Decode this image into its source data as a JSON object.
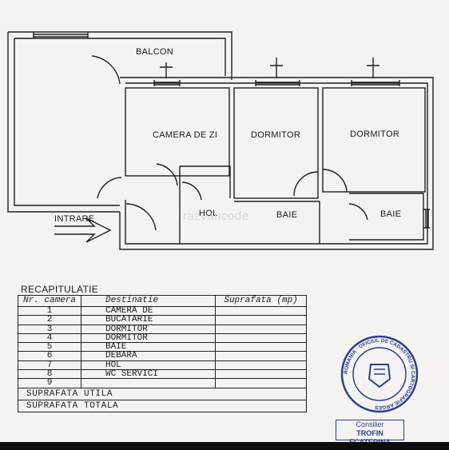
{
  "plan": {
    "rooms": [
      {
        "id": "balcon",
        "label": "BALCON"
      },
      {
        "id": "camera-de-zi",
        "label": "CAMERA DE ZI"
      },
      {
        "id": "dormitor-1",
        "label": "DORMITOR"
      },
      {
        "id": "dormitor-2",
        "label": "DORMITOR"
      },
      {
        "id": "hol",
        "label": "HOL"
      },
      {
        "id": "baie-1",
        "label": "BAIE"
      },
      {
        "id": "baie-2",
        "label": "BAIE"
      }
    ],
    "entrance": "INTRARE",
    "watermark": "razvancode"
  },
  "recap": {
    "title": "RECAPITULATIE",
    "headers": [
      "Nr. camera",
      "Destinatie",
      "Suprafata (mp)"
    ],
    "rows": [
      {
        "nr": "1",
        "dest": "CAMERA DE"
      },
      {
        "nr": "2",
        "dest": "BUCATARIE"
      },
      {
        "nr": "3",
        "dest": "DORMITOR"
      },
      {
        "nr": "4",
        "dest": "DORMITOR"
      },
      {
        "nr": "5",
        "dest": "BAIE"
      },
      {
        "nr": "6",
        "dest": "DEBARA"
      },
      {
        "nr": "7",
        "dest": "HOL"
      },
      {
        "nr": "8",
        "dest": "WC SERVICI"
      },
      {
        "nr": "9",
        "dest": ""
      }
    ],
    "utila": "SUPRAFATA UTILA",
    "totala": "SUPRAFATA TOTALA"
  },
  "stamp": {
    "text": "ROMANIA · OFICIUL DE CADASTRU SI CARTOGRAFIE ARGES",
    "consilier_role": "Consilier",
    "consilier_name": "TROFIN ECATERINA",
    "ink_color": "#2b3f8f"
  }
}
